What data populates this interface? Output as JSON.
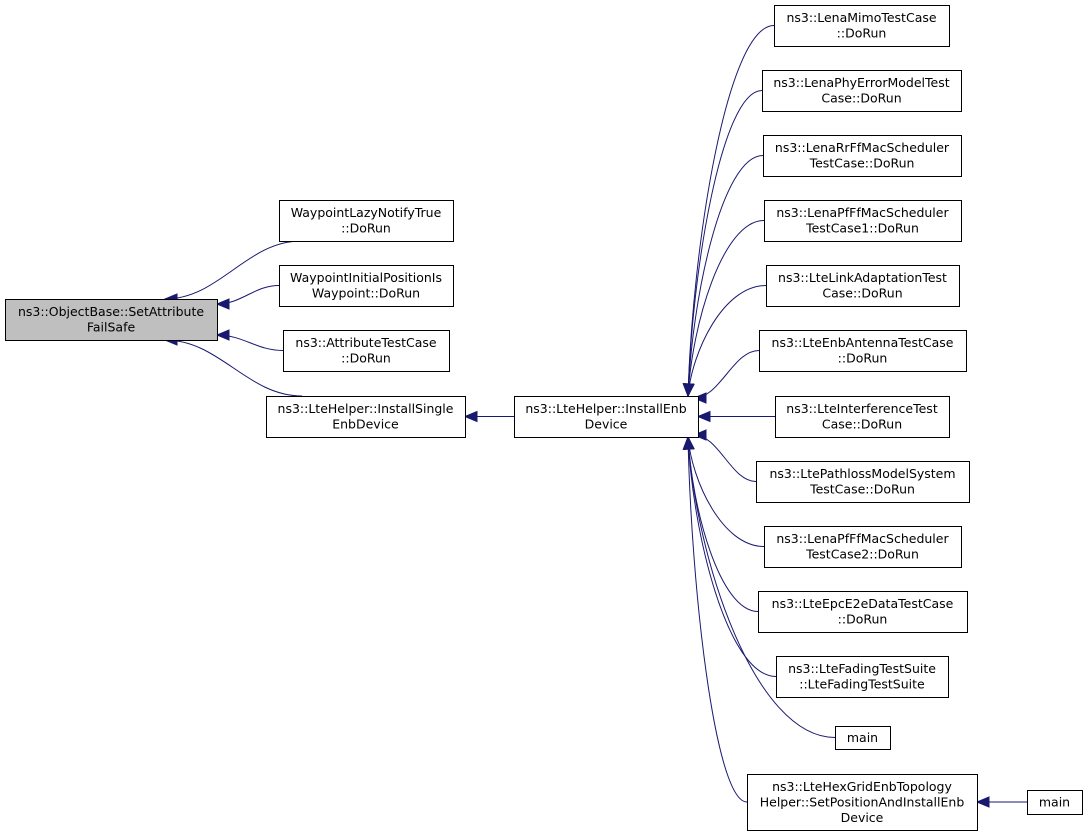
{
  "nodes": {
    "root": [
      "ns3::ObjectBase::SetAttribute",
      "FailSafe"
    ],
    "wlazy": [
      "WaypointLazyNotifyTrue",
      "::DoRun"
    ],
    "winit": [
      "WaypointInitialPositionIs",
      "Waypoint::DoRun"
    ],
    "attr": [
      "ns3::AttributeTestCase",
      "::DoRun"
    ],
    "single": [
      "ns3::LteHelper::InstallSingle",
      "EnbDevice"
    ],
    "enb": [
      "ns3::LteHelper::InstallEnb",
      "Device"
    ],
    "mimo": [
      "ns3::LenaMimoTestCase",
      "::DoRun"
    ],
    "phy": [
      "ns3::LenaPhyErrorModelTest",
      "Case::DoRun"
    ],
    "rr": [
      "ns3::LenaRrFfMacScheduler",
      "TestCase::DoRun"
    ],
    "pf1": [
      "ns3::LenaPfFfMacScheduler",
      "TestCase1::DoRun"
    ],
    "link": [
      "ns3::LteLinkAdaptationTest",
      "Case::DoRun"
    ],
    "ant": [
      "ns3::LteEnbAntennaTestCase",
      "::DoRun"
    ],
    "intf": [
      "ns3::LteInterferenceTest",
      "Case::DoRun"
    ],
    "path": [
      "ns3::LtePathlossModelSystem",
      "TestCase::DoRun"
    ],
    "pf2": [
      "ns3::LenaPfFfMacScheduler",
      "TestCase2::DoRun"
    ],
    "epc": [
      "ns3::LteEpcE2eDataTestCase",
      "::DoRun"
    ],
    "fad": [
      "ns3::LteFadingTestSuite",
      "::LteFadingTestSuite"
    ],
    "main1": [
      "main"
    ],
    "hex": [
      "ns3::LteHexGridEnbTopology",
      "Helper::SetPositionAndInstallEnb",
      "Device"
    ],
    "main2": [
      "main"
    ]
  },
  "edges": [
    [
      "wlazy",
      "root"
    ],
    [
      "winit",
      "root"
    ],
    [
      "attr",
      "root"
    ],
    [
      "single",
      "root"
    ],
    [
      "enb",
      "single"
    ],
    [
      "mimo",
      "enb"
    ],
    [
      "phy",
      "enb"
    ],
    [
      "rr",
      "enb"
    ],
    [
      "pf1",
      "enb"
    ],
    [
      "link",
      "enb"
    ],
    [
      "ant",
      "enb"
    ],
    [
      "intf",
      "enb"
    ],
    [
      "path",
      "enb"
    ],
    [
      "pf2",
      "enb"
    ],
    [
      "epc",
      "enb"
    ],
    [
      "fad",
      "enb"
    ],
    [
      "main1",
      "enb"
    ],
    [
      "hex",
      "enb"
    ],
    [
      "main2",
      "hex"
    ]
  ],
  "colors": {
    "edge": "#191970",
    "root_fill": "#bfbfbf",
    "node_fill": "#ffffff",
    "node_border": "#000000"
  }
}
